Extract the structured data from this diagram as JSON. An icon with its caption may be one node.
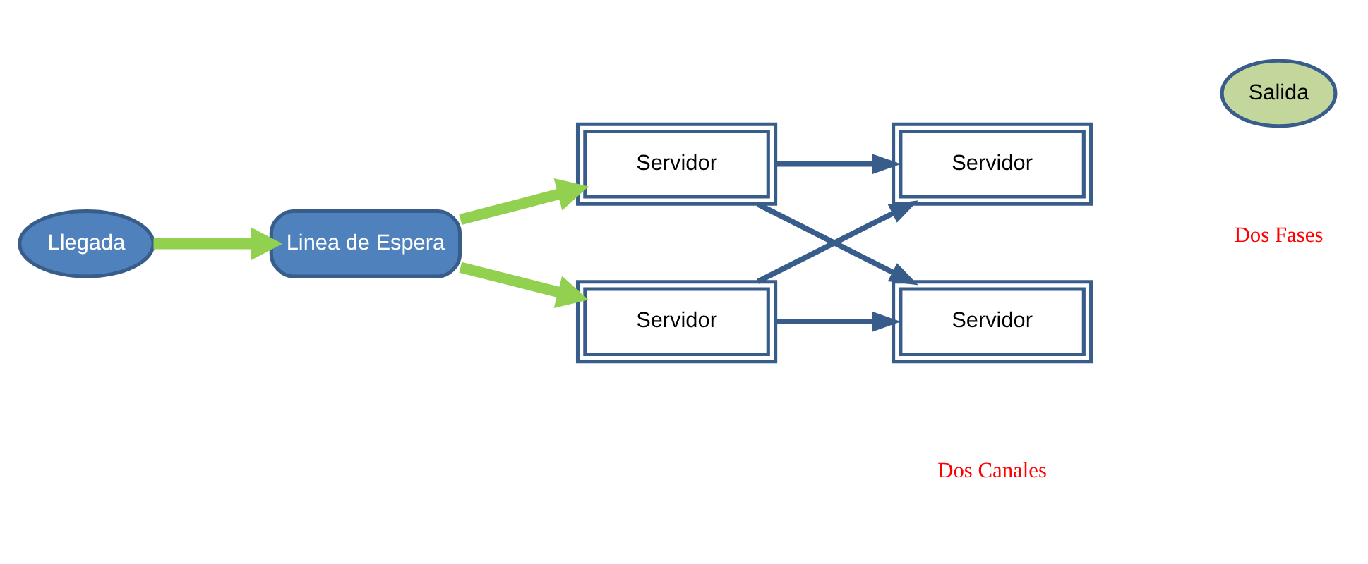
{
  "diagram": {
    "nodes": [
      {
        "text": [
          "Llegada"
        ]
      },
      {
        "text": [
          "Linea de Espera"
        ]
      },
      {
        "text": [
          "Servidor"
        ]
      },
      {
        "text": [
          "Servidor"
        ]
      },
      {
        "text": [
          "Servidor"
        ]
      },
      {
        "text": [
          "Servidor"
        ]
      },
      {
        "text": [
          "Salida"
        ]
      }
    ],
    "edges": [
      {
        "from": 0,
        "to": 1,
        "arrow": "to",
        "style": "thick",
        "color": "#92d050"
      },
      {
        "from": 1,
        "to": 2,
        "arrow": "to",
        "style": "thick",
        "color": "#92d050"
      },
      {
        "from": 1,
        "to": 3,
        "arrow": "to",
        "style": "thick",
        "color": "#92d050"
      },
      {
        "from": 2,
        "to": 4,
        "arrow": "to"
      },
      {
        "from": 2,
        "to": 5,
        "arrow": "to"
      },
      {
        "from": 3,
        "to": 4,
        "arrow": "to"
      },
      {
        "from": 3,
        "to": 5,
        "arrow": "to"
      }
    ],
    "labels": [
      "Dos Canales",
      "Dos Fases"
    ]
  }
}
